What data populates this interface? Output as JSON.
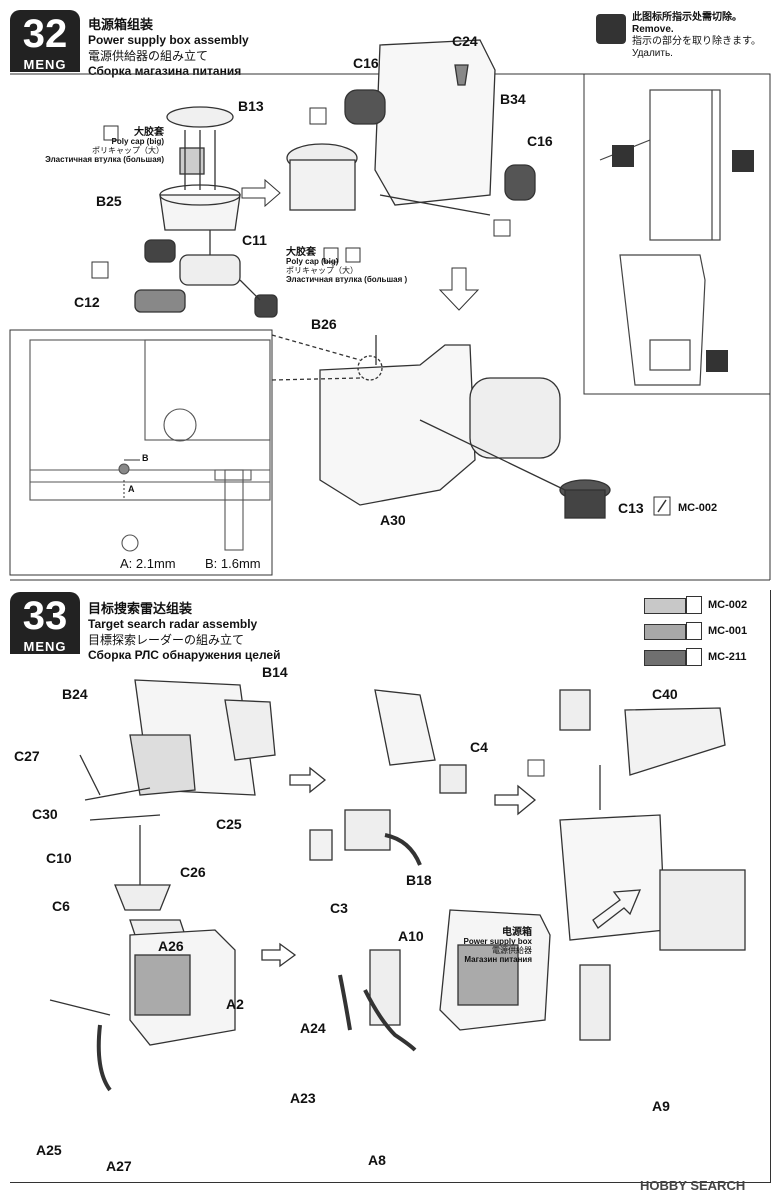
{
  "step32": {
    "number": "32",
    "brand": "MENG",
    "title_cn": "电源箱组装",
    "title_en": "Power supply box assembly",
    "title_jp": "電源供給器の組み立て",
    "title_ru": "Сборка магазина питания",
    "polycap_cn": "大胶套",
    "polycap_en": "Poly cap (big)",
    "polycap_jp": "ポリキャップ（大）",
    "polycap_ru": "Эластичная втулка (большая)",
    "polycap2_cn": "大胶套",
    "polycap2_en": "Poly cap (big)",
    "polycap2_jp": "ポリキャップ（大）",
    "polycap2_ru": "Эластичная втулка (большая )",
    "remove_cn": "此图标所指示处需切除。",
    "remove_en": "Remove.",
    "remove_jp": "指示の部分を取り除きます。",
    "remove_ru": "Удалить.",
    "parts": [
      "B13",
      "B25",
      "C11",
      "C12",
      "C16",
      "C24",
      "B34",
      "C16",
      "B26",
      "A30",
      "C13"
    ],
    "detail_a": "A",
    "detail_b": "B",
    "dim_a": "A: 2.1mm",
    "dim_b": "B: 1.6mm",
    "paint": "MC-002"
  },
  "step33": {
    "number": "33",
    "brand": "MENG",
    "title_cn": "目标搜索雷达组装",
    "title_en": "Target search radar assembly",
    "title_jp": "目標探索レーダーの組み立て",
    "title_ru": "Сборка РЛС обнаружения целей",
    "colors": [
      {
        "code": "MC-002",
        "color": "#c8c8c8"
      },
      {
        "code": "MC-001",
        "color": "#a8a8a8"
      },
      {
        "code": "MC-211",
        "color": "#707070"
      }
    ],
    "psb_cn": "电源箱",
    "psb_en": "Power supply box",
    "psb_jp": "電源供給器",
    "psb_ru": "Магазин питания",
    "parts": [
      "B24",
      "B14",
      "C27",
      "C30",
      "C25",
      "C10",
      "C26",
      "C6",
      "C4",
      "C3",
      "B18",
      "C40",
      "A26",
      "A2",
      "A25",
      "A27",
      "A10",
      "A24",
      "A23",
      "A8",
      "A9"
    ]
  },
  "footer": {
    "logo": "HOBBY SEARCH"
  }
}
